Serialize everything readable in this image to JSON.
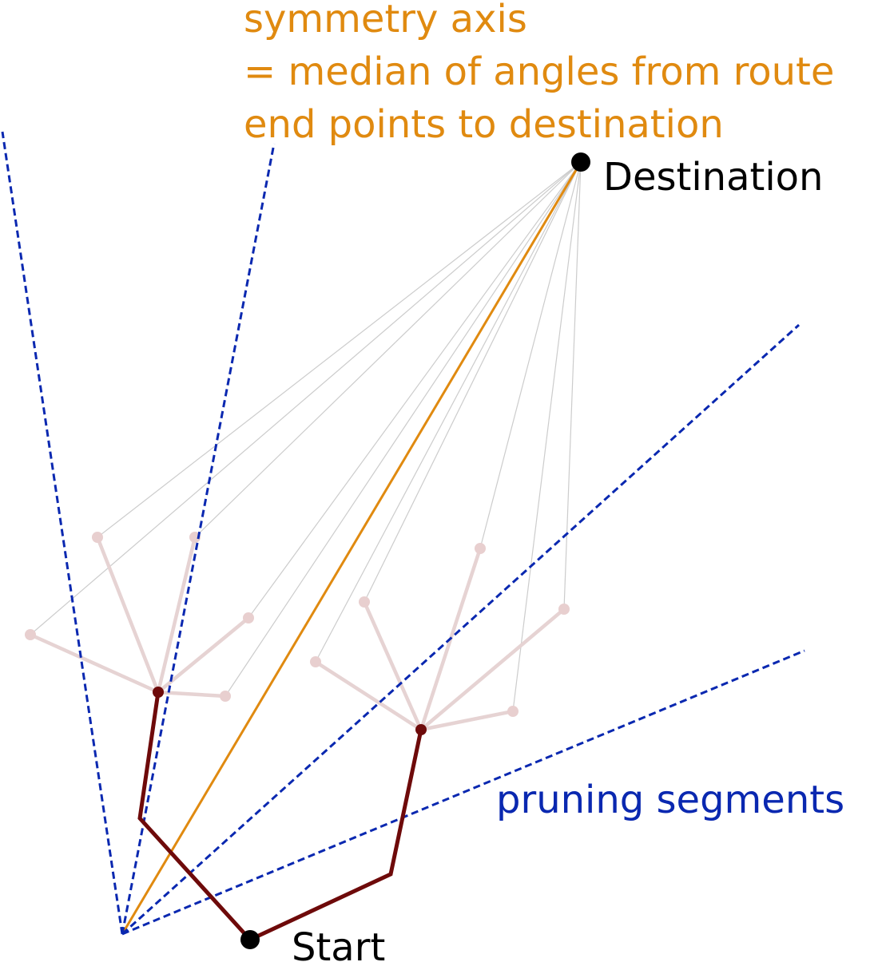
{
  "symmetry_axis_label": {
    "line1": "symmetry axis",
    "line2": "= median of angles from route",
    "line3": "end points to destination"
  },
  "destination_label": "Destination",
  "start_label": "Start",
  "pruning_label": "pruning segments",
  "colors": {
    "symmetry_axis": "#e08a10",
    "pruning": "#0a28b0",
    "route": "#6e0a0a",
    "candidate_branch": "#e6d3d3",
    "candidate_point": "#e8cfcf",
    "sight_line": "#cccccc",
    "marker": "#000000"
  }
}
